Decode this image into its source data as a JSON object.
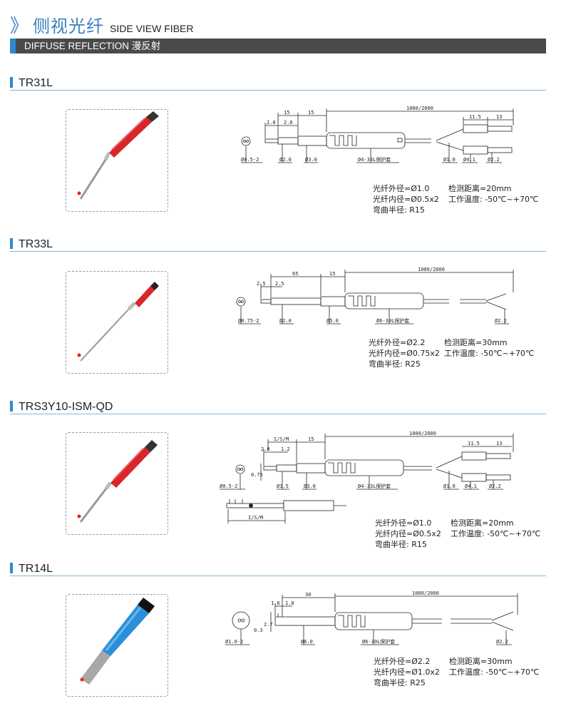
{
  "header": {
    "chevron": "》",
    "title_cn": "侧视光纤",
    "title_en": "SIDE VIEW FIBER"
  },
  "category_bar": {
    "label": "DIFFUSE REFLECTION 漫反射"
  },
  "sections": [
    {
      "model": "TR31L",
      "dims": {
        "d1": "2.0",
        "d2": "2.0",
        "d3": "15",
        "d4": "15",
        "d5": "1000/2000",
        "d6": "11.5",
        "d7": "13",
        "b1": "Ø0.5-2",
        "b2": "Ø2.0",
        "b3": "Ø3.0",
        "b4": "Ø4-33L保护套",
        "b5": "Ø1.0",
        "b6": "Ø4.1",
        "b7": "Ø2.2"
      },
      "specs": {
        "s1": "光纤外径=Ø1.0",
        "s2": "检测距离=20mm",
        "s3": "光纤内径=Ø0.5x2",
        "s4": "工作温度: -50℃~+70℃",
        "s5": "弯曲半径: R15"
      }
    },
    {
      "model": "TR33L",
      "dims": {
        "d1": "2.5",
        "d2": "2.5",
        "d3": "65",
        "d4": "15",
        "d5": "1000/2000",
        "b1": "Ø0.75-2",
        "b2": "Ø2.0",
        "b3": "Ø5.0",
        "b4": "Ø6-30L保护套",
        "b5": "Ø2.2"
      },
      "specs": {
        "s1": "光纤外径=Ø2.2",
        "s2": "检测距离=30mm",
        "s3": "光纤内径=Ø0.75x2",
        "s4": "工作温度: -50℃~+70℃",
        "s5": "弯曲半径: R25"
      }
    },
    {
      "model": "TRS3Y10-ISM-QD",
      "dims": {
        "d1": "2.0",
        "d2": "1.2",
        "d3": "I/S/M",
        "d4": "15",
        "d5": "1000/2000",
        "d6": "11.5",
        "d7": "13",
        "v1": "0.75",
        "b1": "Ø0.5-2",
        "b2": "Ø1.5",
        "b3": "Ø3.0",
        "b4": "Ø4-33L保护套",
        "b5": "Ø1.0",
        "b6": "Ø4.1",
        "b7": "Ø2.2",
        "b8": "I/S/M"
      },
      "specs": {
        "s1": "光纤外径=Ø1.0",
        "s2": "检测距离=20mm",
        "s3": "光纤内径=Ø0.5x2",
        "s4": "工作温度: -50℃~+70℃",
        "s5": "弯曲半径: R15"
      }
    },
    {
      "model": "TR14L",
      "dims": {
        "d1": "1.6",
        "d2": "1.8",
        "d3": "30",
        "d5": "1000/2000",
        "v1": "2.7",
        "v2": "0.3",
        "b1": "Ø1.0-2",
        "b2": "Ø6.0",
        "b4": "Ø6-30L保护套",
        "b5": "Ø2.2"
      },
      "specs": {
        "s1": "光纤外径=Ø2.2",
        "s2": "检测距离=30mm",
        "s3": "光纤内径=Ø1.0x2",
        "s4": "工作温度: -50℃~+70℃",
        "s5": "弯曲半径: R25"
      }
    }
  ],
  "colors": {
    "accent": "#2f88cf",
    "title_blue": "#3c7fc0",
    "bar": "#4a4a4a",
    "sleeve_red": "#d8262c",
    "sleeve_blue": "#2a8fd8"
  }
}
